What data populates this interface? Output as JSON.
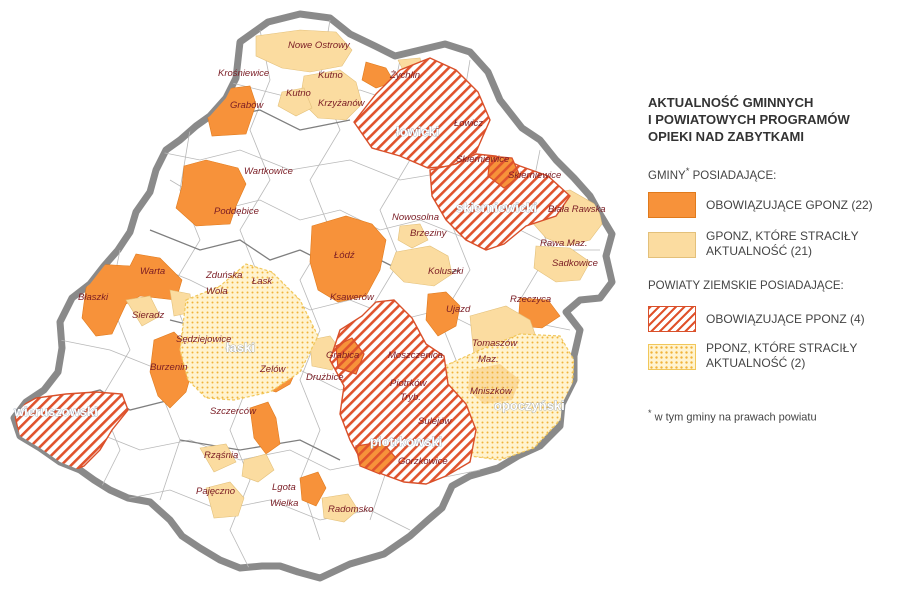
{
  "legend": {
    "title": "AKTUALNOŚĆ GMINNYCH\nI POWIATOWYCH PROGRAMÓW\nOPIEKI NAD ZABYTKAMI",
    "gminy_heading_part1": "GMINY",
    "gminy_heading_star": "*",
    "gminy_heading_part2": " POSIADAJĄCE:",
    "gminy_items": [
      {
        "label": "OBOWIĄZUJĄCE GPONZ (22)",
        "color": "#f7923a"
      },
      {
        "label": "GPONZ, KTÓRE STRACIŁY\nAKTUALNOŚĆ (21)",
        "color": "#fbdca0"
      }
    ],
    "powiaty_heading": "POWIATY ZIEMSKIE POSIADAJĄCE:",
    "powiaty_items": [
      {
        "label": "OBOWIĄZUJĄCE PPONZ (4)",
        "color": "#e0532d"
      },
      {
        "label": "PPONZ, KTÓRE STRACIŁY\nAKTUALNOŚĆ (2)",
        "color": "#f1b33a"
      }
    ],
    "footnote_star": "*",
    "footnote": " w tym gminy na prawach powiatu"
  },
  "map": {
    "gmina_labels": [
      "Nowe Ostrowy",
      "Krośniewice",
      "Kutno",
      "Kutno",
      "Żychlin",
      "Krzyżanów",
      "Grabów",
      "Łowicz",
      "Skierniewice",
      "Skierniewice",
      "Biała Rawska",
      "Wartkowice",
      "Poddębice",
      "Nowosolna",
      "Brzeziny",
      "Rawa Maz.",
      "Sadkowice",
      "Łódź",
      "Koluszki",
      "Warta",
      "Zduńska",
      "Wola",
      "Łask",
      "Ksawerów",
      "Ujazd",
      "Rzeczyca",
      "Błaszki",
      "Sieradz",
      "Sędziejowice",
      "Zelów",
      "Burzenin",
      "Grabica",
      "Moszczenica",
      "Tomaszów",
      "Maz.",
      "Drużbice",
      "Piotrków",
      "Tryb.",
      "Mniszków",
      "Sulejów",
      "Szczerców",
      "Gorzkowice",
      "Rząśnia",
      "Pajęczno",
      "Lgota",
      "Wielka",
      "Radomsko"
    ],
    "powiat_labels": [
      "łowicki",
      "skierniewicki",
      "łaski",
      "piotrkowski",
      "opoczyński",
      "wieruszowski"
    ]
  }
}
